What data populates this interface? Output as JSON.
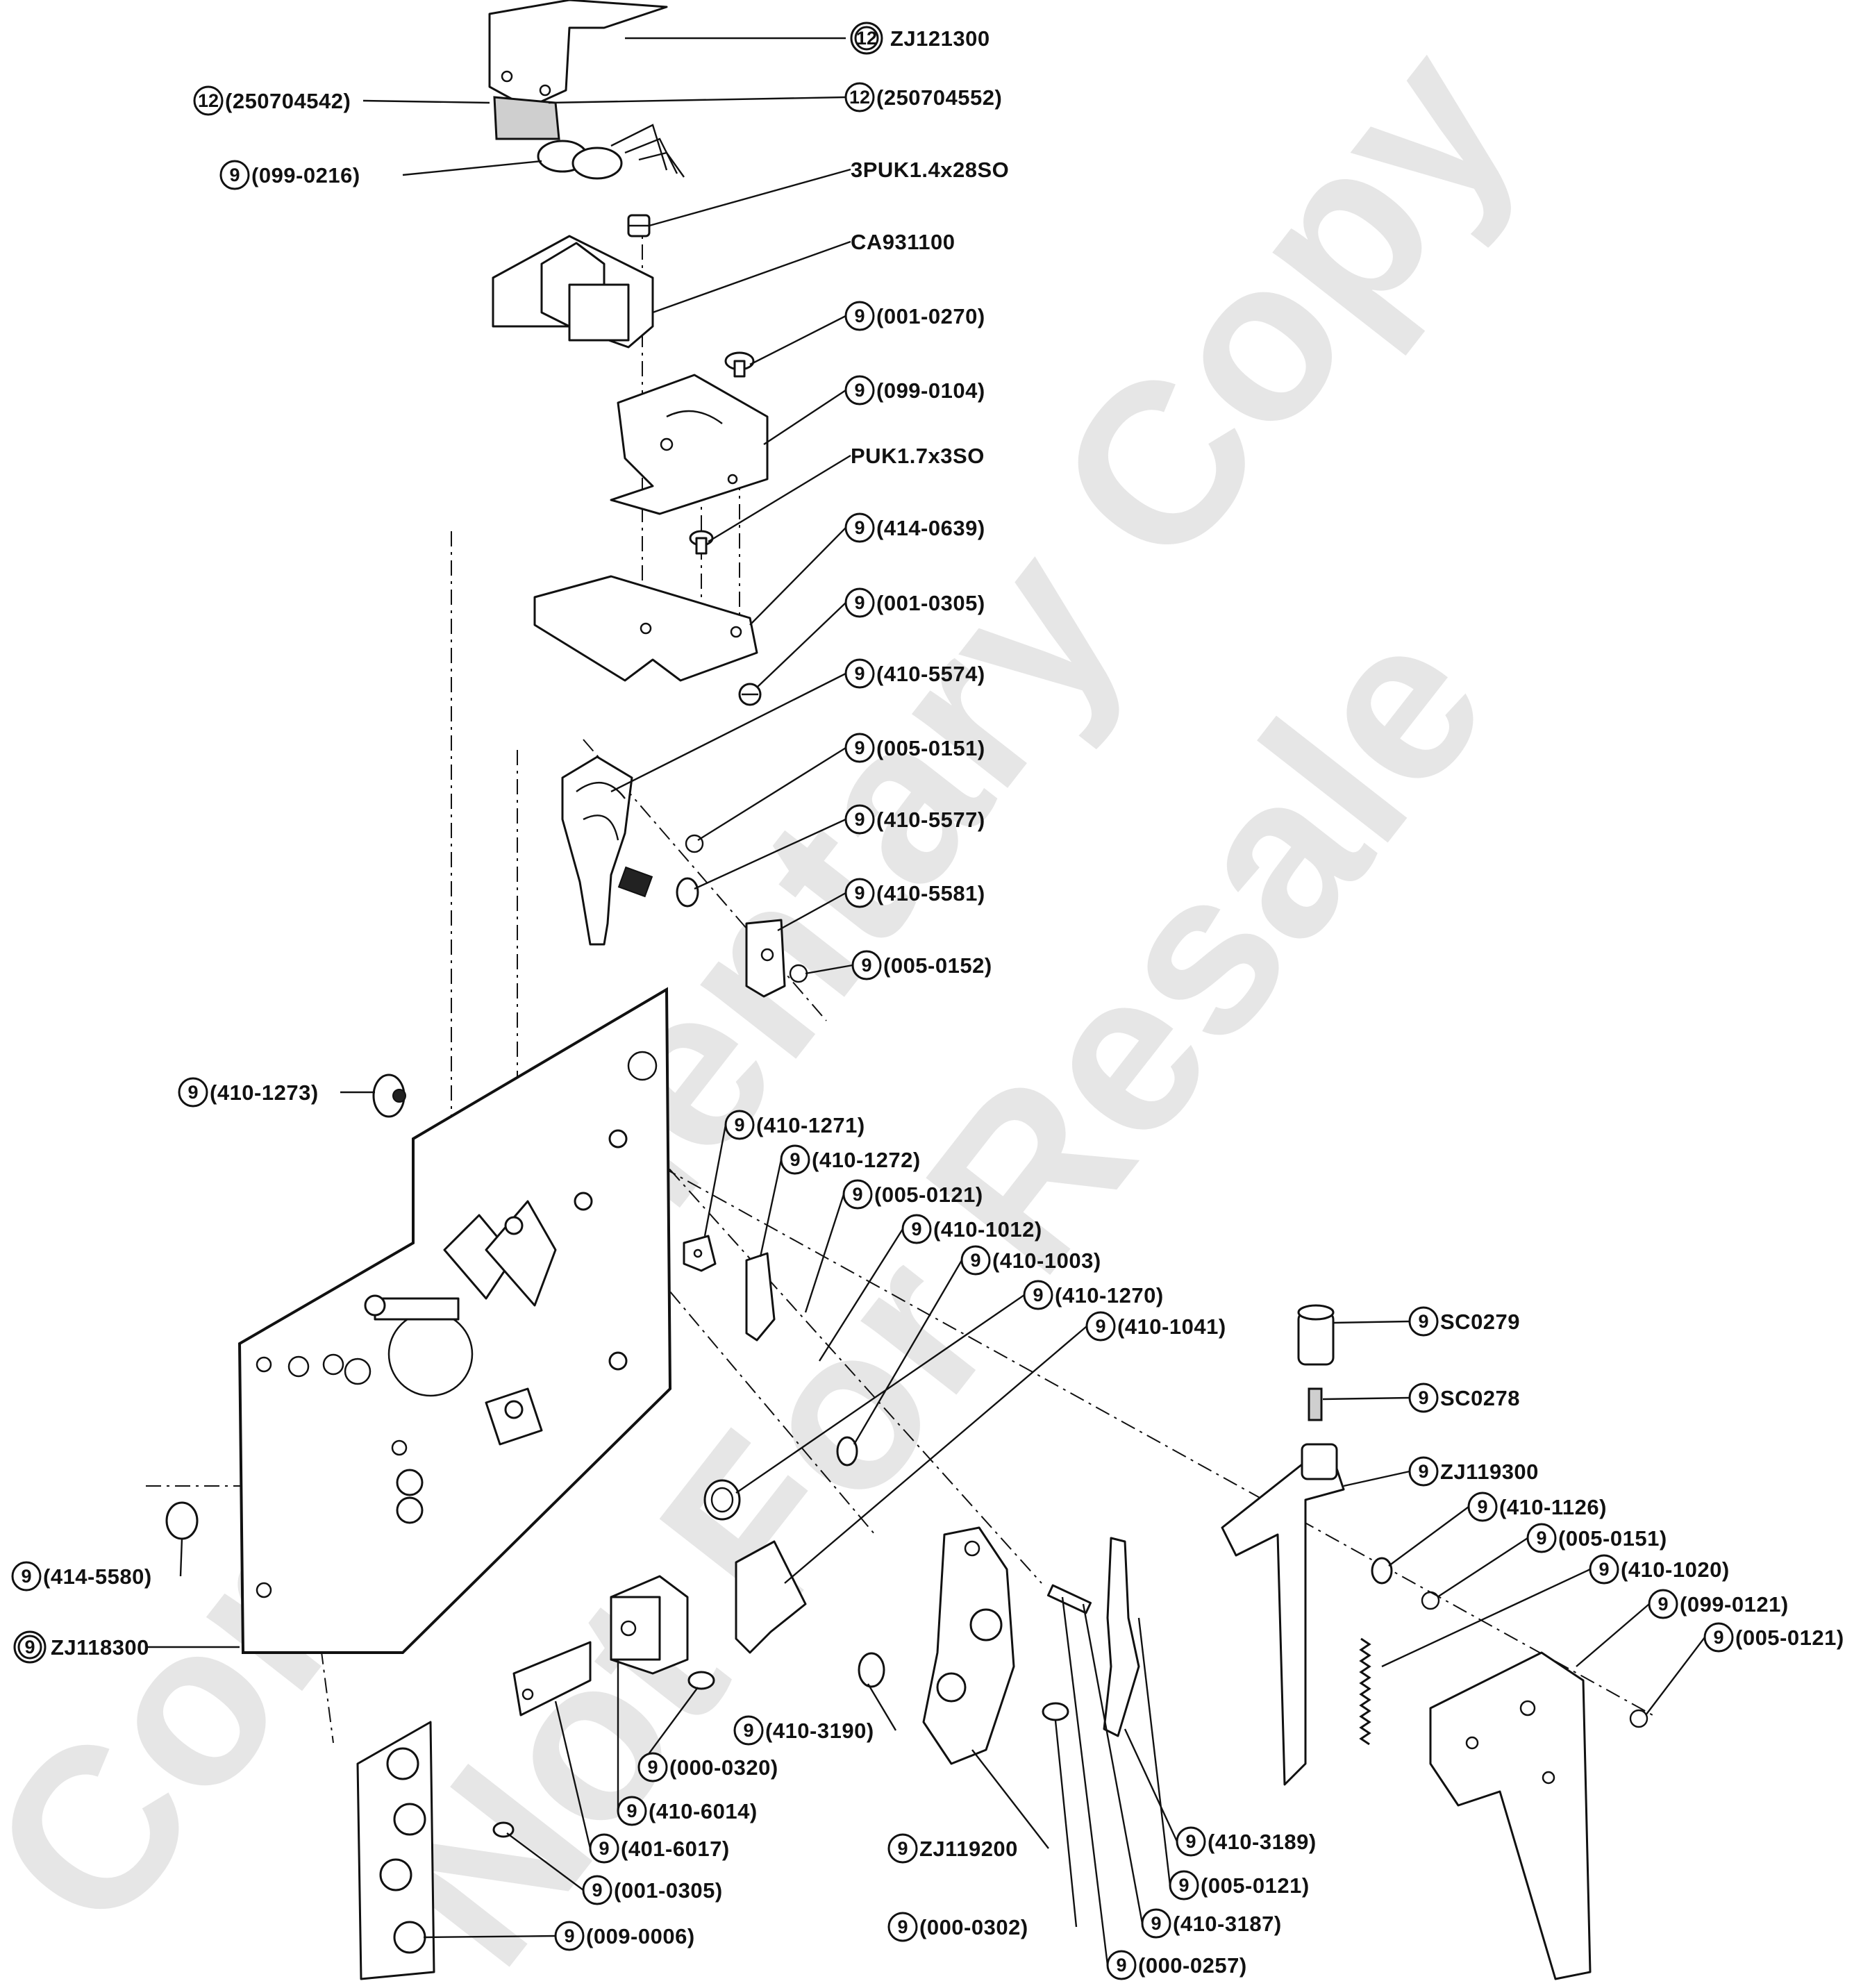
{
  "watermark": {
    "lines": [
      "Complimentary Copy",
      "Not For Resale"
    ]
  },
  "callouts": [
    {
      "id": "c1",
      "num": "12",
      "code": "ZJ121300"
    },
    {
      "id": "c2",
      "num": "12",
      "code": "(250704542)"
    },
    {
      "id": "c3",
      "num": "12",
      "code": "(250704552)"
    },
    {
      "id": "c4",
      "num": "9",
      "code": "(099-0216)"
    },
    {
      "id": "c5",
      "num": "",
      "code": "3PUK1.4x28SO"
    },
    {
      "id": "c6",
      "num": "",
      "code": "CA931100"
    },
    {
      "id": "c7",
      "num": "9",
      "code": "(001-0270)"
    },
    {
      "id": "c8",
      "num": "9",
      "code": "(099-0104)"
    },
    {
      "id": "c9",
      "num": "",
      "code": "PUK1.7x3SO"
    },
    {
      "id": "c10",
      "num": "9",
      "code": "(414-0639)"
    },
    {
      "id": "c11",
      "num": "9",
      "code": "(001-0305)"
    },
    {
      "id": "c12",
      "num": "9",
      "code": "(410-5574)"
    },
    {
      "id": "c13",
      "num": "9",
      "code": "(005-0151)"
    },
    {
      "id": "c14",
      "num": "9",
      "code": "(410-5577)"
    },
    {
      "id": "c15",
      "num": "9",
      "code": "(410-5581)"
    },
    {
      "id": "c16",
      "num": "9",
      "code": "(005-0152)"
    },
    {
      "id": "c17",
      "num": "9",
      "code": "(410-1273)"
    },
    {
      "id": "c18",
      "num": "9",
      "code": "(410-1271)"
    },
    {
      "id": "c19",
      "num": "9",
      "code": "(410-1272)"
    },
    {
      "id": "c20",
      "num": "9",
      "code": "(005-0121)"
    },
    {
      "id": "c21",
      "num": "9",
      "code": "(410-1012)"
    },
    {
      "id": "c22",
      "num": "9",
      "code": "(410-1003)"
    },
    {
      "id": "c23",
      "num": "9",
      "code": "(410-1270)"
    },
    {
      "id": "c24",
      "num": "9",
      "code": "(410-1041)"
    },
    {
      "id": "c25",
      "num": "9",
      "code": "SC0279"
    },
    {
      "id": "c26",
      "num": "9",
      "code": "SC0278"
    },
    {
      "id": "c27",
      "num": "9",
      "code": "ZJ119300"
    },
    {
      "id": "c28",
      "num": "9",
      "code": "(410-1126)"
    },
    {
      "id": "c29",
      "num": "9",
      "code": "(005-0151)"
    },
    {
      "id": "c30",
      "num": "9",
      "code": "(410-1020)"
    },
    {
      "id": "c31",
      "num": "9",
      "code": "(099-0121)"
    },
    {
      "id": "c32",
      "num": "9",
      "code": "(005-0121)"
    },
    {
      "id": "c33",
      "num": "9",
      "code": "(414-5580)"
    },
    {
      "id": "c34",
      "num": "9",
      "code": "ZJ118300"
    },
    {
      "id": "c35",
      "num": "9",
      "code": "(410-3190)"
    },
    {
      "id": "c36",
      "num": "9",
      "code": "(000-0320)"
    },
    {
      "id": "c37",
      "num": "9",
      "code": "(410-6014)"
    },
    {
      "id": "c38",
      "num": "9",
      "code": "(401-6017)"
    },
    {
      "id": "c39",
      "num": "9",
      "code": "(001-0305)"
    },
    {
      "id": "c40",
      "num": "9",
      "code": "(009-0006)"
    },
    {
      "id": "c41",
      "num": "9",
      "code": "(410-3189)"
    },
    {
      "id": "c42",
      "num": "9",
      "code": "(005-0121)"
    },
    {
      "id": "c43",
      "num": "9",
      "code": "ZJ119200"
    },
    {
      "id": "c44",
      "num": "9",
      "code": "(410-3187)"
    },
    {
      "id": "c45",
      "num": "9",
      "code": "(000-0302)"
    },
    {
      "id": "c46",
      "num": "9",
      "code": "(000-0257)"
    }
  ]
}
